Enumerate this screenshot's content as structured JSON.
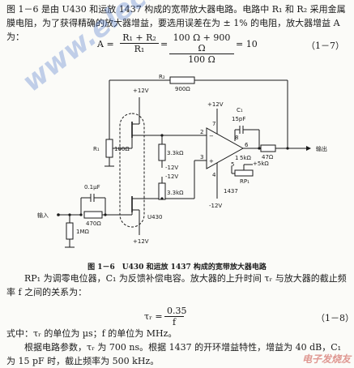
{
  "paragraph1": "图 1－6 是由 U430 和运放 1437 构成的宽带放大器电路。电路中 R₁ 和 R₂ 采用金属膜电阻，为了获得精确的放大器增益，要选用误差在为 ± 1% 的电阻，放大器增益 A 为：",
  "equation1": {
    "lhs": "A =",
    "frac1_num": "R₁ + R₂",
    "frac1_den": "R₁",
    "eq": "=",
    "frac2_num": "100 Ω + 900 Ω",
    "frac2_den": "100 Ω",
    "result": "= 10",
    "number": "（1－7）"
  },
  "circuit": {
    "r2_label": "R₂",
    "r2_value": "900Ω",
    "r1_label": "R₁",
    "r1_value": "100Ω",
    "plus12_top": "+12V",
    "plus12_amp": "+12V",
    "plus12_bottom": "+12V",
    "minus12_a": "-12V",
    "minus12_b": "-12V",
    "minus12_amp": "-12V",
    "plus5": "+5kΩ",
    "c1_label": "C₁",
    "c1_value": "15pF",
    "r_3k3_a": "3.3kΩ",
    "r_3k3_b": "3.3kΩ",
    "pot_value": "5kΩ",
    "pot_label": "RP₁",
    "amp_part": "1437",
    "cap_in": "0.1µF",
    "r_in": "470Ω",
    "r_out": "47Ω",
    "r_bias": "1MΩ",
    "input_label": "输入",
    "output_label": "输出",
    "u430": "U430",
    "pins": [
      "7",
      "8",
      "6",
      "2",
      "1",
      "4",
      "5",
      "3"
    ]
  },
  "caption": "图 1－6　U430 和运放 1437 构成的宽带放大器电路",
  "paragraph2": "RP₁ 为调零电位器，C₁ 为反馈补偿电容。放大器的上升时间 τᵣ 与放大器的截止频率 f 之间的关系为：",
  "equation2": {
    "lhs": "τᵣ =",
    "num": "0.35",
    "den": "f",
    "number": "（1－8）"
  },
  "paragraph3a": "式中：τᵣ 的单位为 µs；f 的单位为 MHz。",
  "paragraph3b": "根据电路参数，τᵣ 为 700 ns。根据 1437 的开环增益特性，增益为 40 dB，C₁ 为 15 pF 时，截止频率为 500 kHz。",
  "watermark": "www.elecfans.com",
  "watermark_corner": "电子发烧友"
}
